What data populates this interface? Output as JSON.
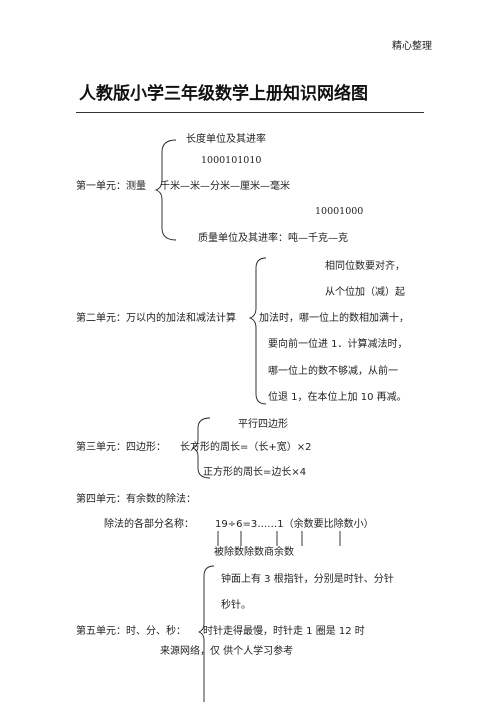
{
  "header": {
    "label": "精心整理"
  },
  "title": "人教版小学三年级数学上册知识网络图",
  "unit1": {
    "label": "第一单元：测量",
    "length_title": "长度单位及其进率",
    "length_rates": "1000101010",
    "length_units": "千米—米—分米—厘米—毫米",
    "mass_rates": "10001000",
    "mass_title": "质量单位及其进率：吨—千克—克"
  },
  "unit2": {
    "label": "第二单元：万以内的加法和减法计算",
    "line1": "相同位数要对齐，",
    "line2": "从个位加（减）起",
    "line3": "加法时，哪一位上的数相加满十，",
    "line4": "要向前一位进 1．计算减法时，",
    "line5": "哪一位上的数不够减，从前一",
    "line6": "位退 1，在本位上加 10 再减。"
  },
  "unit3": {
    "label": "第三单元：四边形：",
    "item1": "平行四边形",
    "item2": "长方形的周长=（长+宽）×2",
    "item3": "正方形的周长=边长×4"
  },
  "unit4": {
    "label": "第四单元：有余数的除法：",
    "parts_label": "除法的各部分名称：",
    "equation": "19÷6=3……1（余数要比除数小）",
    "names": "被除数除数商余数"
  },
  "unit5": {
    "label": "第五单元：时、分、秒：",
    "line1": "钟面上有 3 根指针，分别是时针、分针",
    "line2": "秒针。",
    "line3": "时针走得最慢，时针走 1 圈是 12 时"
  },
  "footer": {
    "text": "来源网络，仅  供个人学习参考"
  }
}
